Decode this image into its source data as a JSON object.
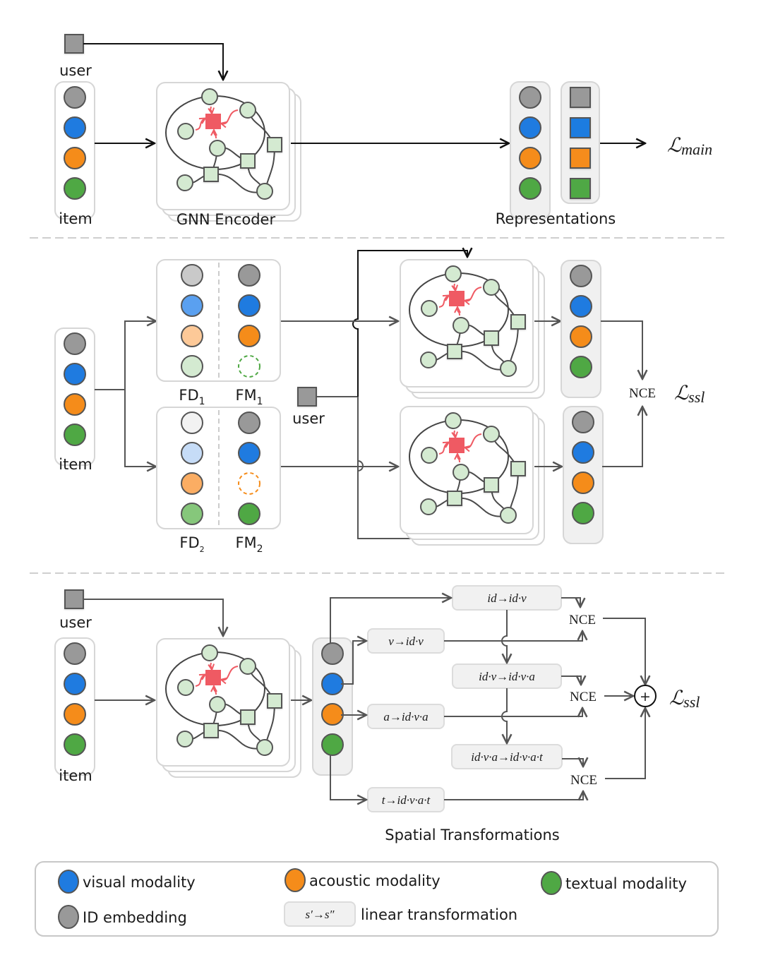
{
  "colors": {
    "id": "#999999",
    "visual": "#1f7be0",
    "acoustic": "#f58c1a",
    "textual": "#4fa844",
    "node_fill": "#d4ead1",
    "focus_node": "#ef5a63",
    "red_edge": "#ef5a63",
    "edge": "#4a4a4a",
    "arrow": "#555555",
    "arrow_dark": "#111111",
    "panel_border": "#d6d6d6",
    "panel_fill_gray": "#f0f0f0",
    "separator": "#cfcfcf"
  },
  "panel1": {
    "user_label": "user",
    "item_label": "item",
    "encoder_label": "GNN Encoder",
    "repr_label": "Representations",
    "loss_symbol": "ℒ",
    "loss_sub": "main"
  },
  "panel2": {
    "item_label": "item",
    "user_label": "user",
    "view1": {
      "fd_label": "FD",
      "fd_sub": "1",
      "fm_label": "FM",
      "fm_sub": "1",
      "fd_colors": [
        "#c9c9c9",
        "#5aa0f0",
        "#fdc998",
        "#d4ead1"
      ],
      "fm_masked_index": 3
    },
    "view2": {
      "fd_label": "FD",
      "fd_sub": "2",
      "fm_label": "FM",
      "fm_sub": "2",
      "fd_colors": [
        "#f2f2f2",
        "#c6dcf7",
        "#fbad63",
        "#86c77b"
      ],
      "fm_masked_index": 2
    },
    "nce_label": "NCE",
    "loss_symbol": "ℒ",
    "loss_sub": "ssl"
  },
  "panel3": {
    "user_label": "user",
    "item_label": "item",
    "transforms": {
      "chain": [
        "id→id·v",
        "id·v→id·v·a",
        "id·v·a→id·v·a·t"
      ],
      "modal": [
        "v→id·v",
        "a→id·v·a",
        "t→id·v·a·t"
      ]
    },
    "nce_labels": [
      "NCE",
      "NCE",
      "NCE"
    ],
    "sum_symbol": "+",
    "caption": "Spatial Transformations",
    "loss_symbol": "ℒ",
    "loss_sub": "ssl"
  },
  "legend": {
    "items": [
      {
        "key": "visual",
        "label": "visual modality"
      },
      {
        "key": "acoustic",
        "label": "acoustic modality"
      },
      {
        "key": "textual",
        "label": "textual modality"
      },
      {
        "key": "id",
        "label": "ID embedding"
      }
    ],
    "transform_sample": "s′→s″",
    "transform_label": "linear transformation"
  }
}
